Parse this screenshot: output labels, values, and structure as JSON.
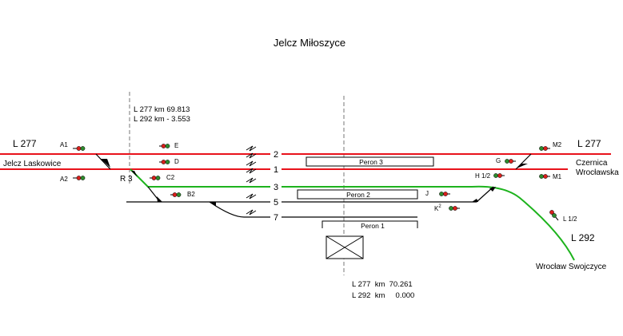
{
  "title": "Jelcz Miłoszyce",
  "lines": {
    "west_line": "L 277",
    "east_line": "L 277",
    "branch_line": "L 292",
    "west_destination": "Jelcz Laskowice",
    "east_destination_1": "Czernica",
    "east_destination_2": "Wrocławska",
    "branch_destination": "Wrocław Swojczyce"
  },
  "kilometrage": {
    "west_l277": "L 277  km  69.813",
    "west_l292": "L 292  km  - 3.553",
    "center_l277": "L 277  km  70.261",
    "center_l292": "L 292  km     0.000"
  },
  "tracks": [
    "2",
    "1",
    "3",
    "5",
    "7"
  ],
  "platforms": [
    "Peron 3",
    "Peron 2",
    "Peron 1"
  ],
  "signals": {
    "A1": "A1",
    "A2": "A2",
    "E": "E",
    "D": "D",
    "C2": "C2",
    "B2": "B2",
    "R3": "R 3",
    "G": "G",
    "H": "H 1/2",
    "J": "J",
    "K": "K",
    "K_sup": "2",
    "M1": "M1",
    "M2": "M2",
    "L": "L 1/2"
  },
  "colors": {
    "main_track": "#e8121b",
    "branch_track": "#1db31d",
    "side_track": "#000000",
    "signal_red": "#d9201c",
    "signal_green": "#2e8b2e"
  }
}
